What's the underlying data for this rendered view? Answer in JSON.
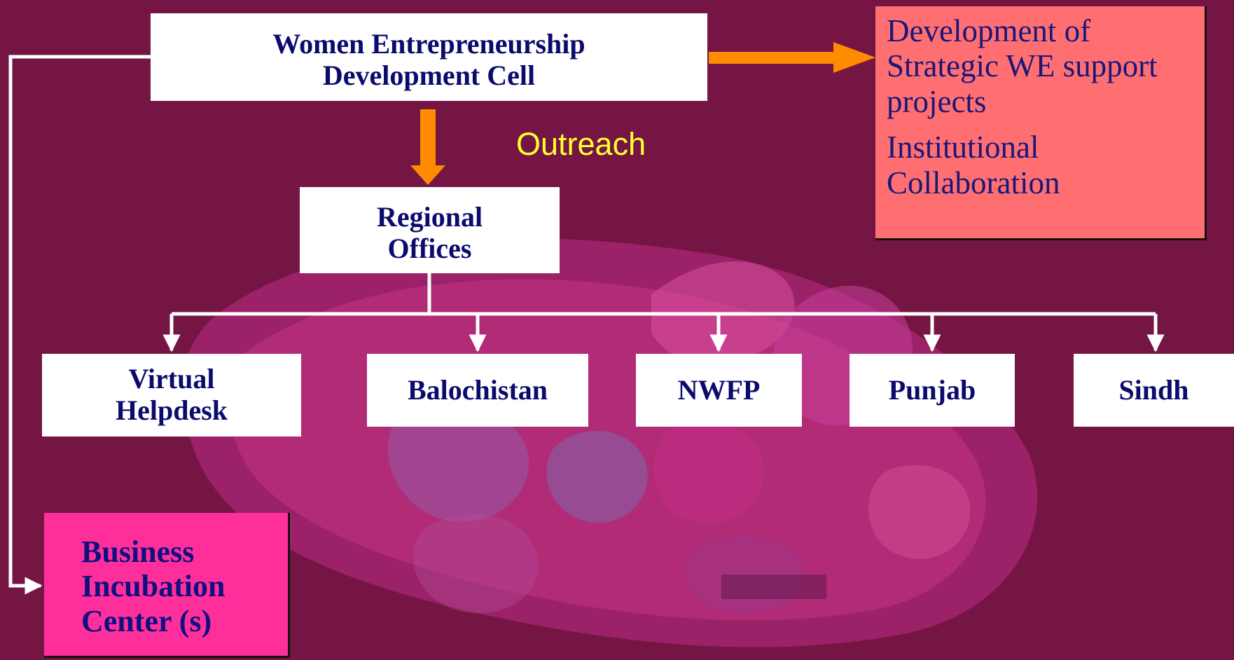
{
  "diagram": {
    "cell": {
      "label": "Women Entrepreneurship\nDevelopment Cell"
    },
    "strategic": {
      "items": [
        "Development of\nStrategic WE support\nprojects",
        "Institutional\nCollaboration"
      ]
    },
    "outreach": {
      "label": "Outreach"
    },
    "regional": {
      "label": "Regional\nOffices"
    },
    "offices": [
      {
        "label": "Virtual\nHelpdesk"
      },
      {
        "label": "Balochistan"
      },
      {
        "label": "NWFP"
      },
      {
        "label": "Punjab"
      },
      {
        "label": "Sindh"
      }
    ],
    "incubation": {
      "label": "Business\nIncubation\nCenter (s)"
    }
  },
  "colors": {
    "background": "#751543",
    "node_fill": "#ffffff",
    "node_text": "#0b0b6e",
    "strategic_fill": "#ff6f71",
    "incubation_fill": "#fe2f9b",
    "arrow_orange": "#ff8c00",
    "connector": "#ffffff",
    "outreach_text": "#ffff33"
  }
}
